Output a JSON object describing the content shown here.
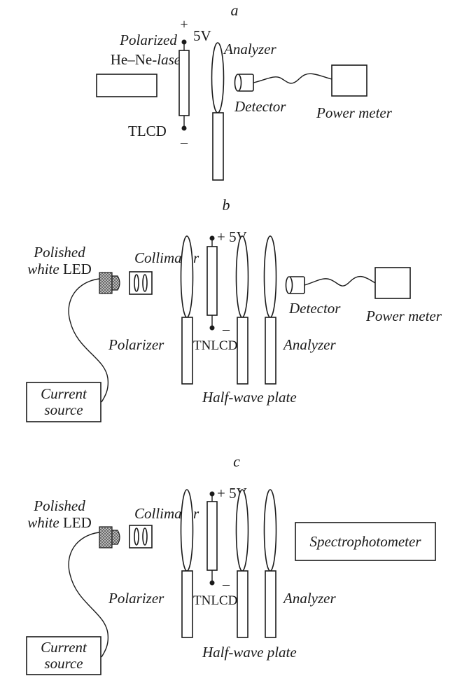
{
  "panel_a": {
    "label": "a",
    "laser_line1": "Polarized",
    "laser_line2_prefix": "He–Ne-",
    "laser_line2_suffix": "laser",
    "plus": "+",
    "voltage": "5V",
    "minus": "–",
    "device": "TLCD",
    "analyzer": "Analyzer",
    "detector": "Detector",
    "power_meter": "Power meter"
  },
  "panel_b": {
    "label": "b",
    "led_line1": "Polished",
    "led_line2_prefix": "white ",
    "led_line2_suffix": "LED",
    "collimator": "Collimator",
    "voltage": "+ 5V",
    "minus": "–",
    "polarizer": "Polarizer",
    "device": "TNLCD",
    "analyzer": "Analyzer",
    "detector": "Detector",
    "power_meter": "Power meter",
    "current_source_line1": "Current",
    "current_source_line2": "source",
    "half_wave_plate": "Half-wave plate"
  },
  "panel_c": {
    "label": "c",
    "led_line1": "Polished",
    "led_line2_prefix": "white ",
    "led_line2_suffix": "LED",
    "collimator": "Collimator",
    "voltage": "+ 5V",
    "minus": "–",
    "polarizer": "Polarizer",
    "device": "TNLCD",
    "analyzer": "Analyzer",
    "spectrophotometer": "Spectrophotometer",
    "current_source_line1": "Current",
    "current_source_line2": "source",
    "half_wave_plate": "Half-wave plate"
  }
}
